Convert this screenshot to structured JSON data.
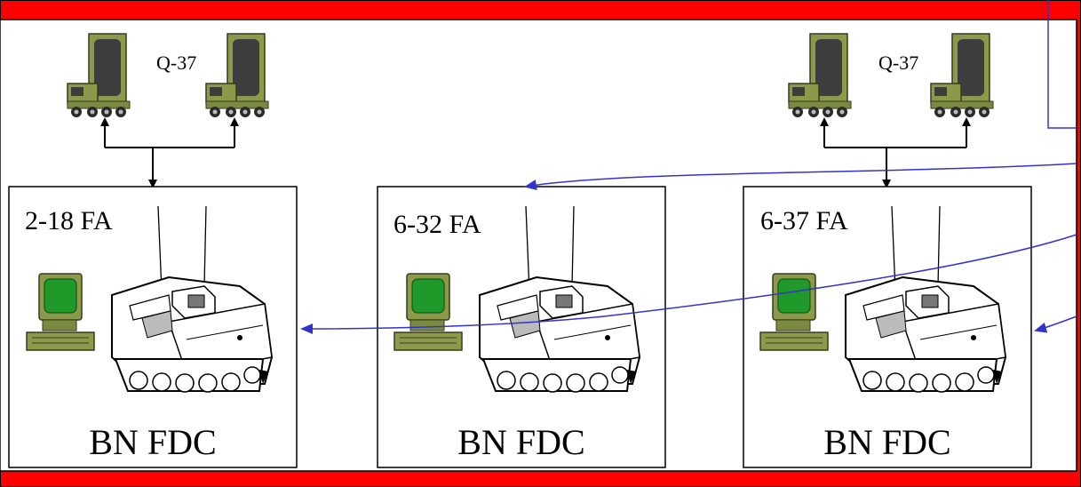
{
  "radar_groups": [
    {
      "label": "Q-37"
    },
    {
      "label": "Q-37"
    }
  ],
  "fdc_boxes": [
    {
      "unit": "2-18 FA",
      "title": "BN FDC"
    },
    {
      "unit": "6-32 FA",
      "title": "BN FDC"
    },
    {
      "unit": "6-37 FA",
      "title": "BN FDC"
    }
  ],
  "colors": {
    "border_red": "#ff0000",
    "connector_blue": "#3333cc",
    "radar_olive": "#8a9a4a",
    "screen_green": "#1f9a2a"
  },
  "icons": [
    "radar-truck-icon",
    "computer-terminal-icon",
    "armored-vehicle-icon"
  ]
}
